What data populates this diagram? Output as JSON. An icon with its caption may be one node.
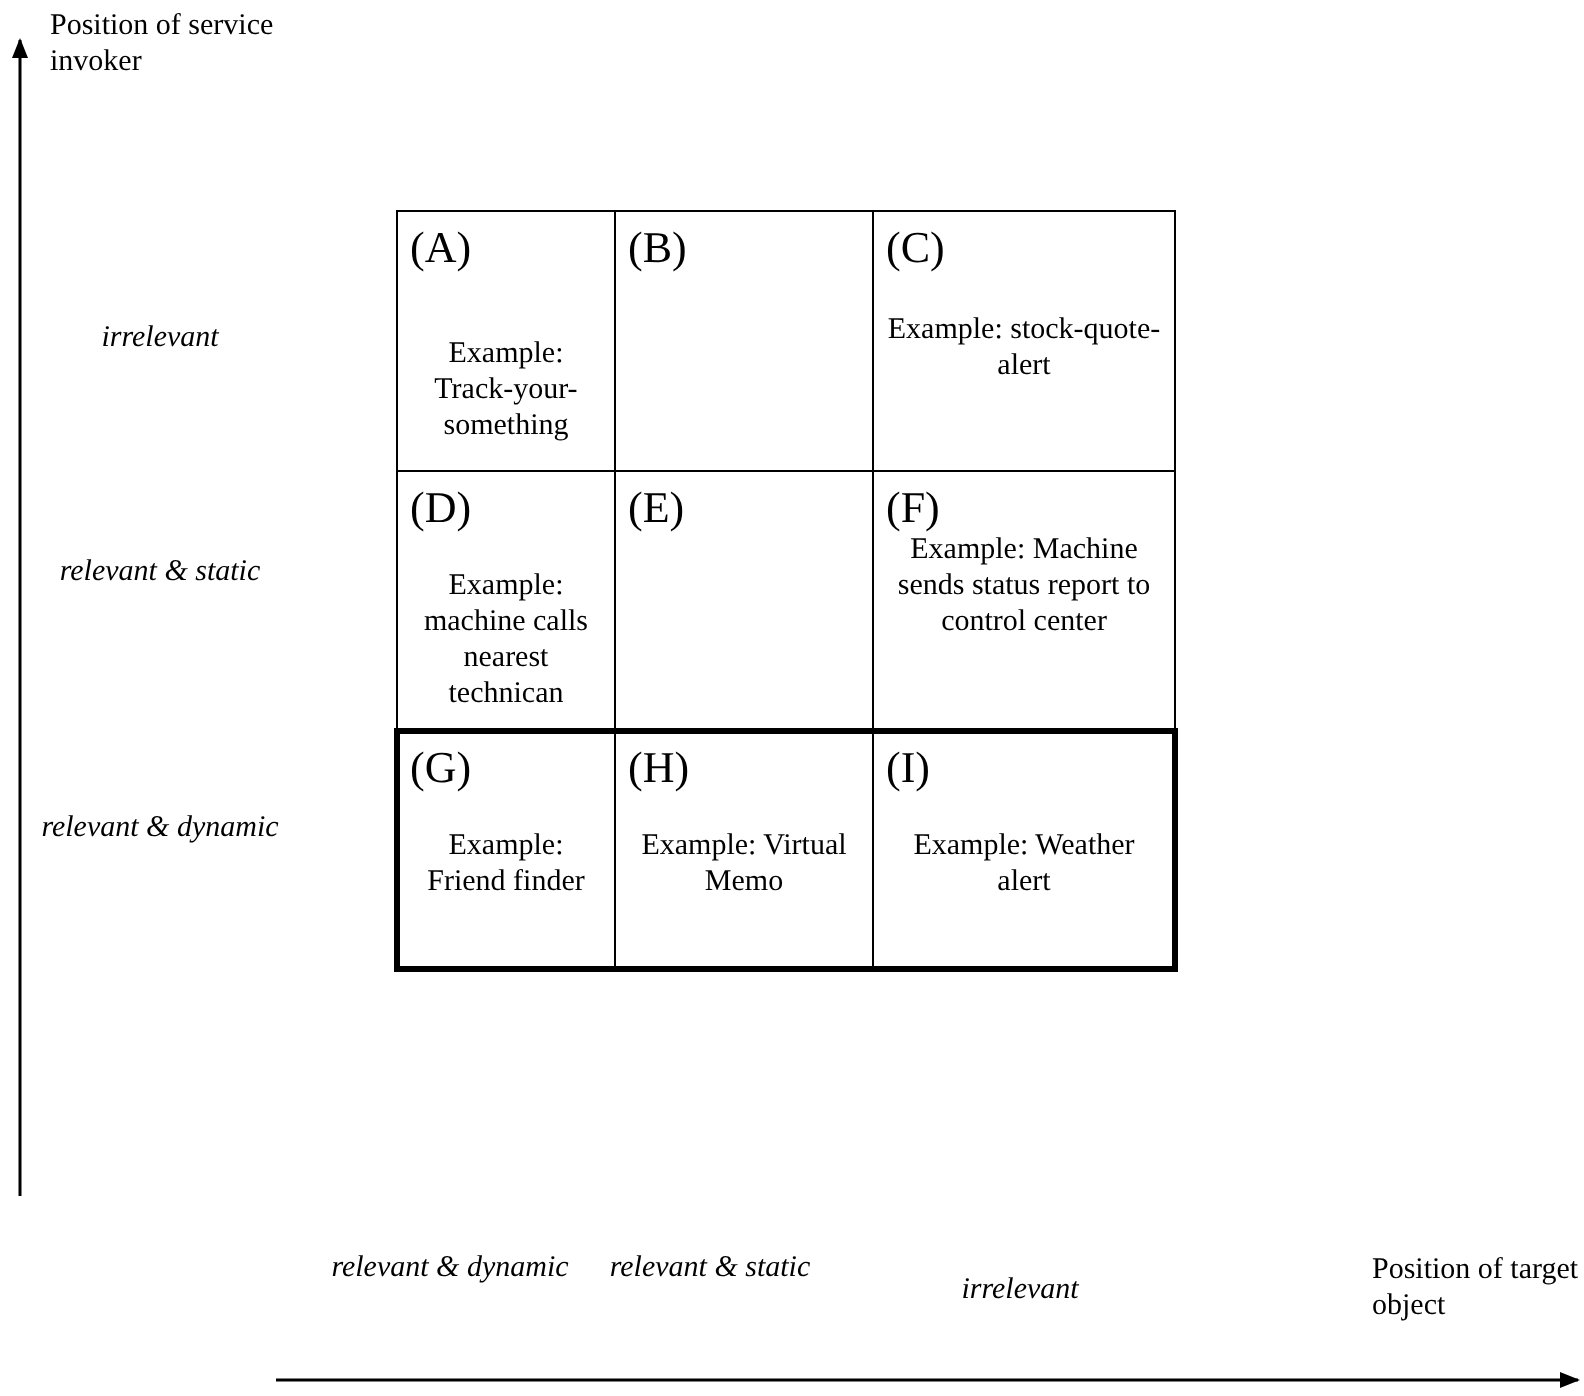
{
  "diagram": {
    "nodes": [
      {
        "text": [
          "(A)",
          "Example: Track-your-something"
        ]
      },
      {
        "text": [
          "(B)"
        ]
      },
      {
        "text": [
          "(C)",
          "Example: stock-quote-alert"
        ]
      },
      {
        "text": [
          "(D)",
          "Example: machine calls nearest technican"
        ]
      },
      {
        "text": [
          "(E)"
        ]
      },
      {
        "text": [
          "(F)",
          "Example: Machine sends status report to control center"
        ]
      },
      {
        "text": [
          "(G)",
          "Example: Friend finder"
        ]
      },
      {
        "text": [
          "(H)",
          "Example: Virtual Memo"
        ]
      },
      {
        "text": [
          "(I)",
          "Example: Weather alert"
        ]
      }
    ],
    "edges": [],
    "labels": [
      "Position of service invoker",
      "irrelevant",
      "relevant & static",
      "relevant & dynamic",
      "relevant & dynamic",
      "relevant & static",
      "irrelevant",
      "Position of target object"
    ]
  }
}
